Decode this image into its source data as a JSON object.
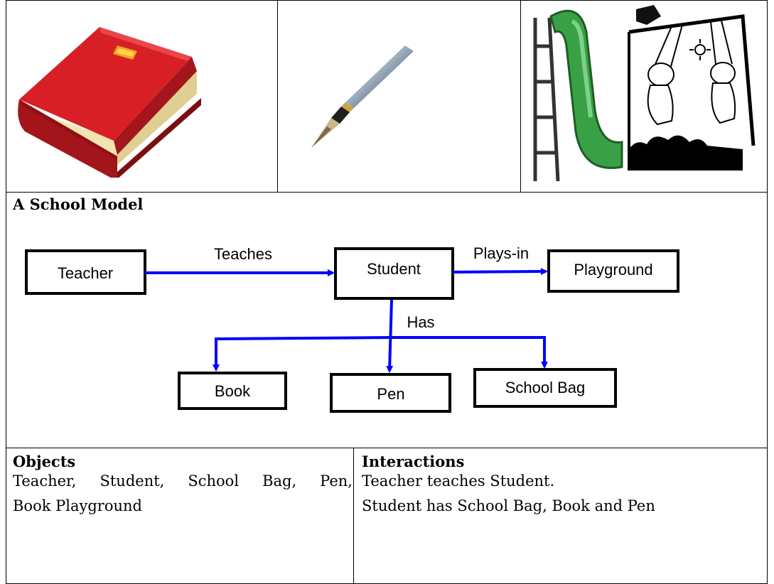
{
  "model": {
    "title": "A School Model",
    "nodes": {
      "teacher": "Teacher",
      "student": "Student",
      "playground": "Playground",
      "book": "Book",
      "pen": "Pen",
      "school_bag": "School Bag"
    },
    "edges": {
      "teaches": "Teaches",
      "plays_in": "Plays-in",
      "has": "Has"
    },
    "arrow_color": "#0000ff"
  },
  "objects": {
    "heading": "Objects",
    "line1": "Teacher, Student, School Bag, Pen,",
    "line2": "Book Playground"
  },
  "interactions": {
    "heading": "Interactions",
    "line1": "Teacher teaches Student.",
    "line2": "Student has School Bag, Book and Pen"
  }
}
